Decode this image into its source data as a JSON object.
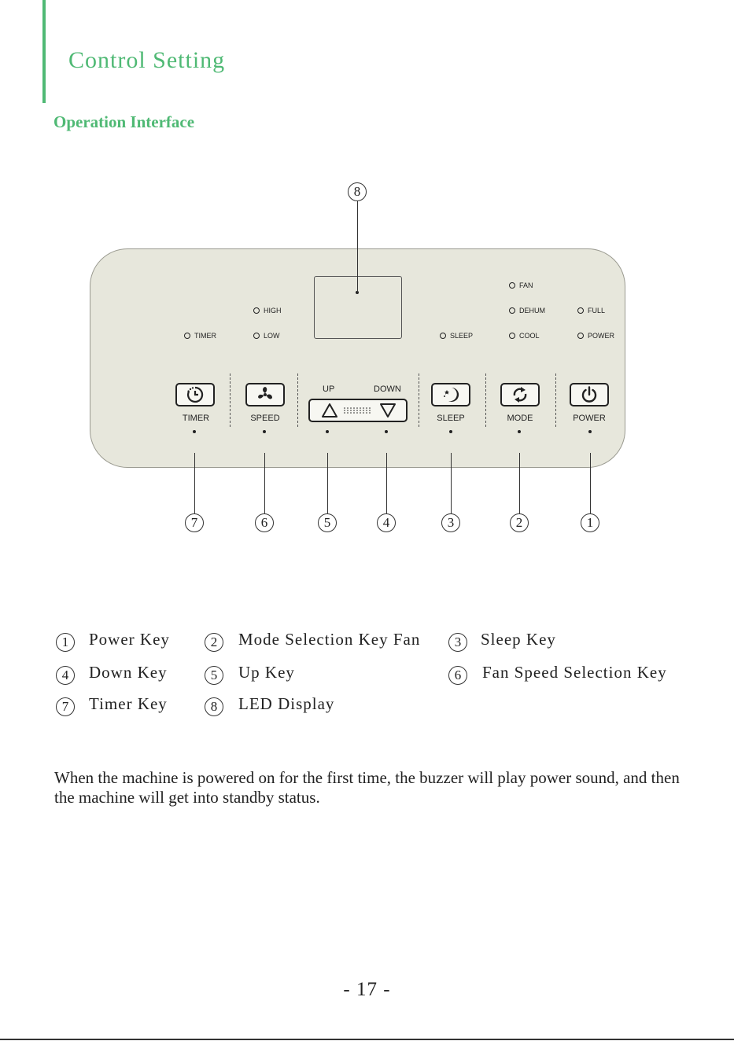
{
  "header": {
    "title": "Control Setting",
    "subtitle": "Operation Interface"
  },
  "panel": {
    "indicators": {
      "timer": "TIMER",
      "high": "HIGH",
      "low": "LOW",
      "sleep": "SLEEP",
      "fan": "FAN",
      "dehum": "DEHUM",
      "cool": "COOL",
      "full": "FULL",
      "power": "POWER"
    },
    "keys": {
      "timer": "TIMER",
      "speed": "SPEED",
      "up": "UP",
      "down": "DOWN",
      "sleep": "SLEEP",
      "mode": "MODE",
      "power": "POWER"
    }
  },
  "callouts": [
    "1",
    "2",
    "3",
    "4",
    "5",
    "6",
    "7",
    "8"
  ],
  "legend": [
    {
      "num": "1",
      "label": "Power Key"
    },
    {
      "num": "2",
      "label": "Mode Selection Key Fan"
    },
    {
      "num": "3",
      "label": "Sleep Key"
    },
    {
      "num": "4",
      "label": "Down Key"
    },
    {
      "num": "5",
      "label": "Up Key"
    },
    {
      "num": "6",
      "label": "Fan Speed Selection Key"
    },
    {
      "num": "7",
      "label": "Timer Key"
    },
    {
      "num": "8",
      "label": "LED Display"
    }
  ],
  "paragraph": "When the machine is powered on for the first time, the buzzer will play power sound, and then the machine will get into standby status.",
  "page_number": "- 17 -",
  "colors": {
    "accent": "#4fb974",
    "panel": "#e7e7dc"
  }
}
